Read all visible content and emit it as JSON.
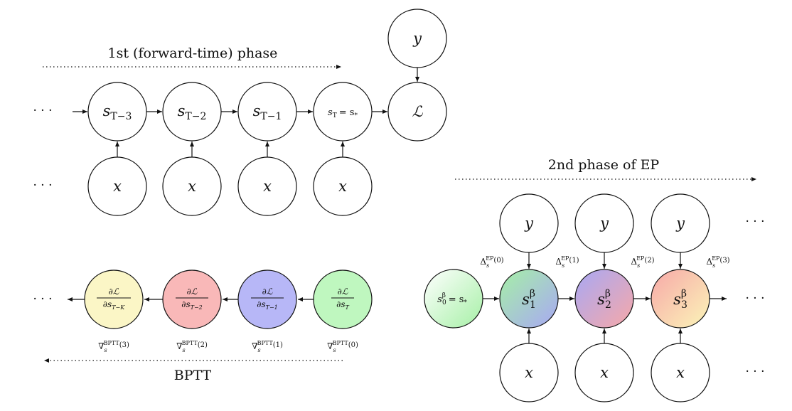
{
  "titles": {
    "forward_phase": "1st (forward-time) phase",
    "ep_phase": "2nd phase of EP",
    "bptt": "BPTT"
  },
  "ellipsis": "· · ·",
  "forward": {
    "state_nodes": [
      {
        "base": "s",
        "sub": "T−3"
      },
      {
        "base": "s",
        "sub": "T−2"
      },
      {
        "base": "s",
        "sub": "T−1"
      },
      {
        "base": "s",
        "sub": "T",
        "rhs": "= s",
        "rhs_sub": "*"
      }
    ],
    "input_label": "x",
    "target_label": "y",
    "loss_label": "ℒ"
  },
  "bptt": {
    "nodes": [
      {
        "num": "∂ℒ",
        "den": "∂s",
        "den_sub": "T−K",
        "color": "#fbf6c6"
      },
      {
        "num": "∂ℒ",
        "den": "∂s",
        "den_sub": "T−2",
        "color": "#f9b8b8"
      },
      {
        "num": "∂ℒ",
        "den": "∂s",
        "den_sub": "T−1",
        "color": "#b7b7f7"
      },
      {
        "num": "∂ℒ",
        "den": "∂s",
        "den_sub": "T",
        "color": "#bff7bf"
      }
    ],
    "grads": [
      {
        "sym": "∇",
        "sub": "s",
        "sup": "BPTT",
        "arg": "(3)"
      },
      {
        "sym": "∇",
        "sub": "s",
        "sup": "BPTT",
        "arg": "(2)"
      },
      {
        "sym": "∇",
        "sub": "s",
        "sup": "BPTT",
        "arg": "(1)"
      },
      {
        "sym": "∇",
        "sub": "s",
        "sup": "BPTT",
        "arg": "(0)"
      }
    ]
  },
  "ep": {
    "nodes": [
      {
        "base": "s",
        "sup": "β",
        "sub": "0",
        "rhs": "= s",
        "rhs_sub": "*"
      },
      {
        "base": "s",
        "sup": "β",
        "sub": "1"
      },
      {
        "base": "s",
        "sup": "β",
        "sub": "2"
      },
      {
        "base": "s",
        "sup": "β",
        "sub": "3"
      }
    ],
    "deltas": [
      {
        "sym": "Δ",
        "sub": "s",
        "sup": "EP",
        "arg": "(0)"
      },
      {
        "sym": "Δ",
        "sub": "s",
        "sup": "EP",
        "arg": "(1)"
      },
      {
        "sym": "Δ",
        "sub": "s",
        "sup": "EP",
        "arg": "(2)"
      },
      {
        "sym": "Δ",
        "sub": "s",
        "sup": "EP",
        "arg": "(3)"
      }
    ],
    "input_label": "x",
    "target_label": "y"
  }
}
